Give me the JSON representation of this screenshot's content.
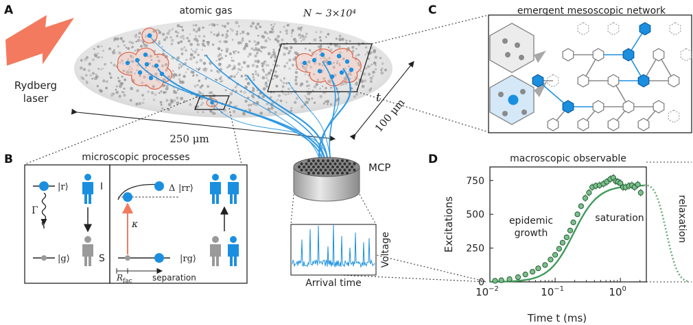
{
  "panels": {
    "a": "A",
    "b": "B",
    "c": "C",
    "d": "D"
  },
  "panel_a": {
    "gas_label": "atomic gas",
    "atom_count": "N ∼ 3×10⁴",
    "laser_label_line1": "Rydberg",
    "laser_label_line2": "laser",
    "time_label": "t",
    "size_horizontal": "250 μm",
    "size_vertical": "100 μm",
    "detector_label": "MCP",
    "trace_ylabel": "Voltage",
    "trace_xlabel": "Arrival time"
  },
  "panel_b": {
    "title": "microscopic processes",
    "state_r": "|r⟩",
    "state_g": "|g⟩",
    "decay_symbol": "Γ",
    "label_I": "I",
    "label_S": "S",
    "delta_symbol": "Δ",
    "state_rr": "|rr⟩",
    "state_rg": "|rg⟩",
    "kappa_symbol": "κ",
    "rfac_label": "R",
    "rfac_subscript": "fac",
    "separation_label": "separation"
  },
  "panel_c": {
    "title": "emergent mesoscopic network"
  },
  "panel_d": {
    "title": "macroscopic observable",
    "ylabel": "Excitations",
    "xlabel": "Time t (ms)",
    "yticks": [
      "0",
      "250",
      "500",
      "750"
    ],
    "xticks": [
      "10",
      "10",
      "10"
    ],
    "xtick_exps": [
      "−2",
      "−1",
      "0"
    ],
    "annot_epidemic_1": "epidemic",
    "annot_epidemic_2": "growth",
    "annot_saturation": "saturation",
    "annot_relaxation": "relaxation"
  },
  "colors": {
    "rydberg_blue": "#1a8fe0",
    "ground_gray": "#9a9a9a",
    "laser_orange": "#f37a5e",
    "fit_green": "#3f9a5a",
    "marker_green": "#7dbf8c",
    "relax_green": "#6aaa7a"
  },
  "chart_data": {
    "type": "scatter",
    "xscale": "log",
    "xlim": [
      0.01,
      2.5
    ],
    "ylim": [
      0,
      850
    ],
    "x": [
      0.012,
      0.015,
      0.02,
      0.027,
      0.035,
      0.045,
      0.055,
      0.07,
      0.085,
      0.1,
      0.115,
      0.13,
      0.15,
      0.17,
      0.19,
      0.22,
      0.25,
      0.29,
      0.33,
      0.37,
      0.42,
      0.48,
      0.55,
      0.62,
      0.7,
      0.78,
      0.85,
      0.92,
      1.0,
      1.1,
      1.2,
      1.35,
      1.5,
      1.65,
      1.85,
      2.05
    ],
    "y": [
      8,
      12,
      20,
      35,
      55,
      75,
      100,
      125,
      165,
      200,
      245,
      290,
      330,
      380,
      440,
      500,
      560,
      620,
      660,
      700,
      710,
      715,
      725,
      740,
      760,
      770,
      745,
      740,
      730,
      700,
      700,
      710,
      715,
      700,
      720,
      660
    ],
    "fit": {
      "name": "",
      "type": "line"
    },
    "relaxation": {
      "x_start": 2.3,
      "style": "dotted"
    }
  }
}
